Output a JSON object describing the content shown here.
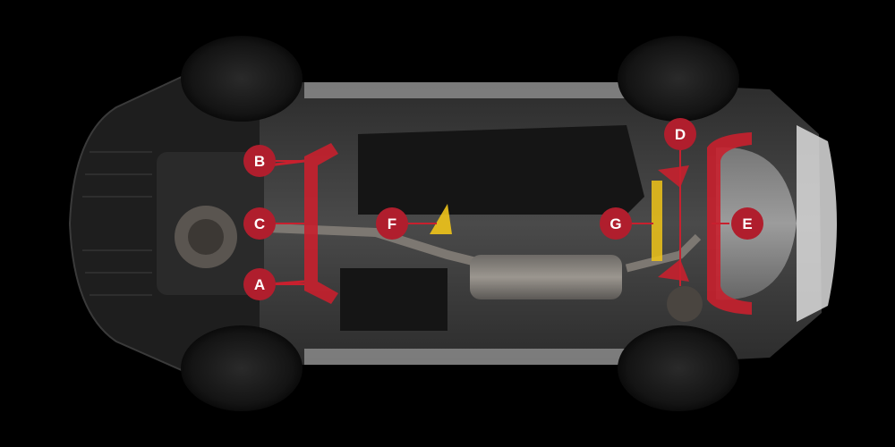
{
  "image": {
    "subject": "car-underbody-bracing-diagram",
    "colors": {
      "background": "#000000",
      "marker": "#b01e2d",
      "brace_red": "#c8202e",
      "brace_yellow": "#f0c419",
      "tire": "#151515",
      "body": "#3a3a3a"
    }
  },
  "markers": [
    {
      "id": "A",
      "label": "A"
    },
    {
      "id": "B",
      "label": "B"
    },
    {
      "id": "C",
      "label": "C"
    },
    {
      "id": "D",
      "label": "D"
    },
    {
      "id": "E",
      "label": "E"
    },
    {
      "id": "F",
      "label": "F"
    },
    {
      "id": "G",
      "label": "G"
    }
  ]
}
